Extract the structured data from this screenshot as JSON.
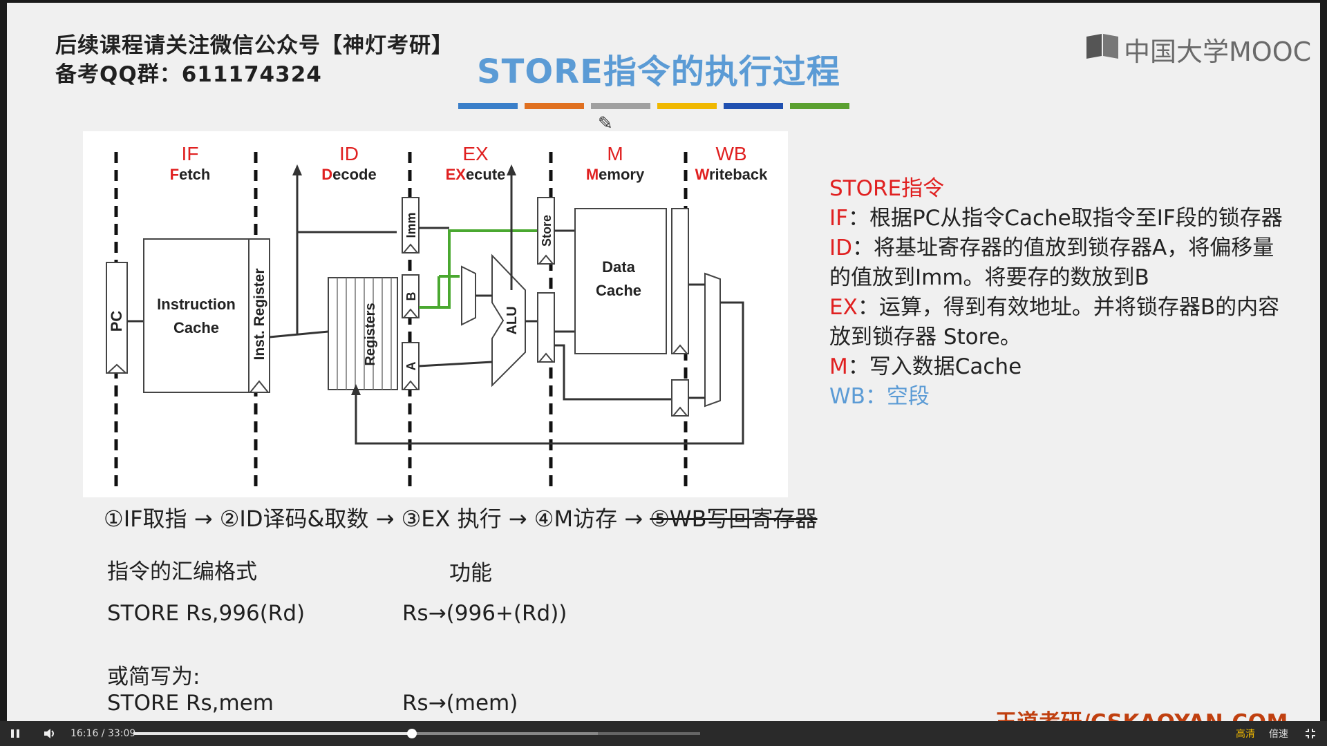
{
  "header": {
    "line1": "后续课程请关注微信公众号【神灯考研】",
    "line2": "备考QQ群：611174324"
  },
  "title": "STORE指令的执行过程",
  "logo": {
    "text": "中国大学MOOC",
    "icon": "mooc-book-icon"
  },
  "colorbar": [
    "#3a7fc9",
    "#e07020",
    "#a0a0a0",
    "#f0b800",
    "#2050b0",
    "#5aa030"
  ],
  "diagram": {
    "stages": [
      {
        "abbr": "IF",
        "first": "F",
        "rest": "etch"
      },
      {
        "abbr": "ID",
        "first": "D",
        "rest": "ecode"
      },
      {
        "abbr": "EX",
        "first": "EX",
        "rest": "ecute"
      },
      {
        "abbr": "M",
        "first": "M",
        "rest": "emory"
      },
      {
        "abbr": "WB",
        "first": "W",
        "rest": "riteback"
      }
    ],
    "labels": {
      "pc": "PC",
      "icache_1": "Instruction",
      "icache_2": "Cache",
      "inst_reg": "Inst. Register",
      "registers": "Registers",
      "imm": "Imm",
      "b": "B",
      "a": "A",
      "alu": "ALU",
      "store": "Store",
      "dcache_1": "Data",
      "dcache_2": "Cache"
    }
  },
  "notes": {
    "title": "STORE指令",
    "if_tag": "IF",
    "if_text": "：根据PC从指令Cache取指令至IF段的锁存器",
    "id_tag": "ID",
    "id_text": "：将基址寄存器的值放到锁存器A，将偏移量的值放到Imm。将要存的数放到B",
    "ex_tag": "EX",
    "ex_text": "：运算，得到有效地址。并将锁存器B的内容放到锁存器 Store。",
    "m_tag": "M",
    "m_text": "：写入数据Cache",
    "wb_tag": "WB",
    "wb_text": "：空段"
  },
  "stages_line": {
    "s1": "①IF取指",
    "s2": "②ID译码&取数",
    "s3": "③EX 执行",
    "s4": "④M访存",
    "s5": "⑤WB写回寄存器",
    "arrow": "→"
  },
  "table": {
    "head_format": "指令的汇编格式",
    "head_function": "功能",
    "row1_format": "STORE  Rs,996(Rd)",
    "row1_function": "Rs→(996+(Rd))",
    "short_label": "或简写为:",
    "row2_format": "STORE  Rs,mem",
    "row2_function": "Rs→(mem)"
  },
  "watermark": "王道考研/CSKAOYAN.COM",
  "player": {
    "time": "16:16 / 33:09",
    "progress": 0.491,
    "buffered": 0.82,
    "quality": "高清",
    "speed": "倍速"
  }
}
